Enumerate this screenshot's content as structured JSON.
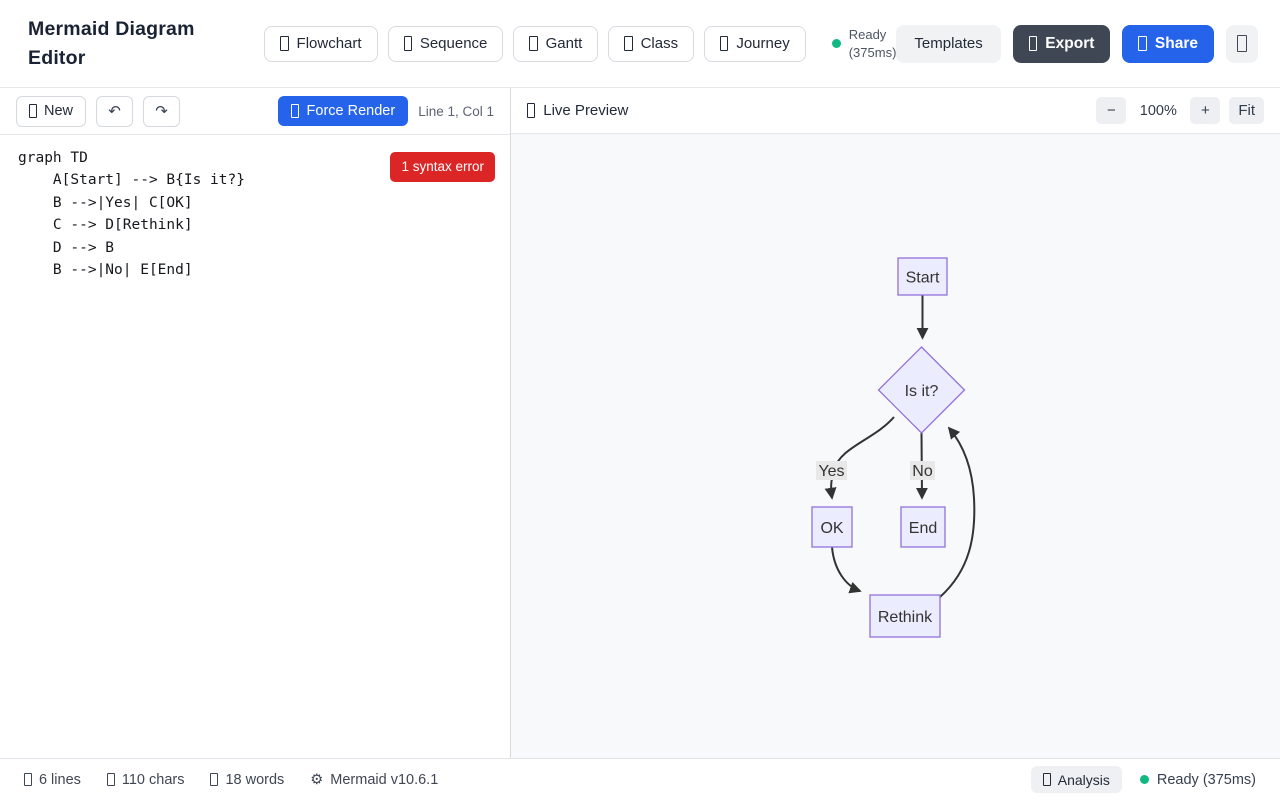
{
  "header": {
    "title": "Mermaid Diagram Editor",
    "diagram_buttons": [
      {
        "label": "Flowchart"
      },
      {
        "label": "Sequence"
      },
      {
        "label": "Gantt"
      },
      {
        "label": "Class"
      },
      {
        "label": "Journey"
      }
    ],
    "status": {
      "line1": "Ready",
      "line2": "(375ms)"
    },
    "templates_label": "Templates",
    "export_label": "Export",
    "share_label": "Share"
  },
  "editor_toolbar": {
    "new_label": "New",
    "undo_glyph": "↶",
    "redo_glyph": "↷",
    "force_render_label": "Force Render",
    "cursor_position": "Line 1, Col 1"
  },
  "editor": {
    "error_badge": "1 syntax error",
    "code_lines": [
      "graph TD",
      "    A[Start] --> B{Is it?}",
      "    B -->|Yes| C[OK]",
      "    C --> D[Rethink]",
      "    D --> B",
      "    B -->|No| E[End]"
    ]
  },
  "preview": {
    "title": "Live Preview",
    "zoom_out": "−",
    "zoom_level": "100%",
    "zoom_in": "+",
    "fit_label": "Fit"
  },
  "diagram": {
    "type": "flowchart",
    "direction": "TD",
    "nodes": [
      {
        "id": "A",
        "label": "Start",
        "shape": "rect"
      },
      {
        "id": "B",
        "label": "Is it?",
        "shape": "diamond"
      },
      {
        "id": "C",
        "label": "OK",
        "shape": "rect"
      },
      {
        "id": "D",
        "label": "Rethink",
        "shape": "rect"
      },
      {
        "id": "E",
        "label": "End",
        "shape": "rect"
      }
    ],
    "edges": [
      {
        "from": "A",
        "to": "B",
        "label": ""
      },
      {
        "from": "B",
        "to": "C",
        "label": "Yes"
      },
      {
        "from": "C",
        "to": "D",
        "label": ""
      },
      {
        "from": "D",
        "to": "B",
        "label": ""
      },
      {
        "from": "B",
        "to": "E",
        "label": "No"
      }
    ],
    "colors": {
      "node_fill": "#ECECFF",
      "node_border": "#9370DB",
      "edge_stroke": "#333333",
      "edge_label_bg": "#e8e8e8"
    }
  },
  "footer": {
    "lines": "6 lines",
    "chars": "110 chars",
    "words": "18 words",
    "gear_glyph": "⚙",
    "version": "Mermaid v10.6.1",
    "analysis_label": "Analysis",
    "status": "Ready (375ms)"
  },
  "colors": {
    "accent_blue": "#2563eb",
    "export_dark": "#3f4754",
    "error_red": "#dc2626",
    "success_green": "#10b981"
  }
}
